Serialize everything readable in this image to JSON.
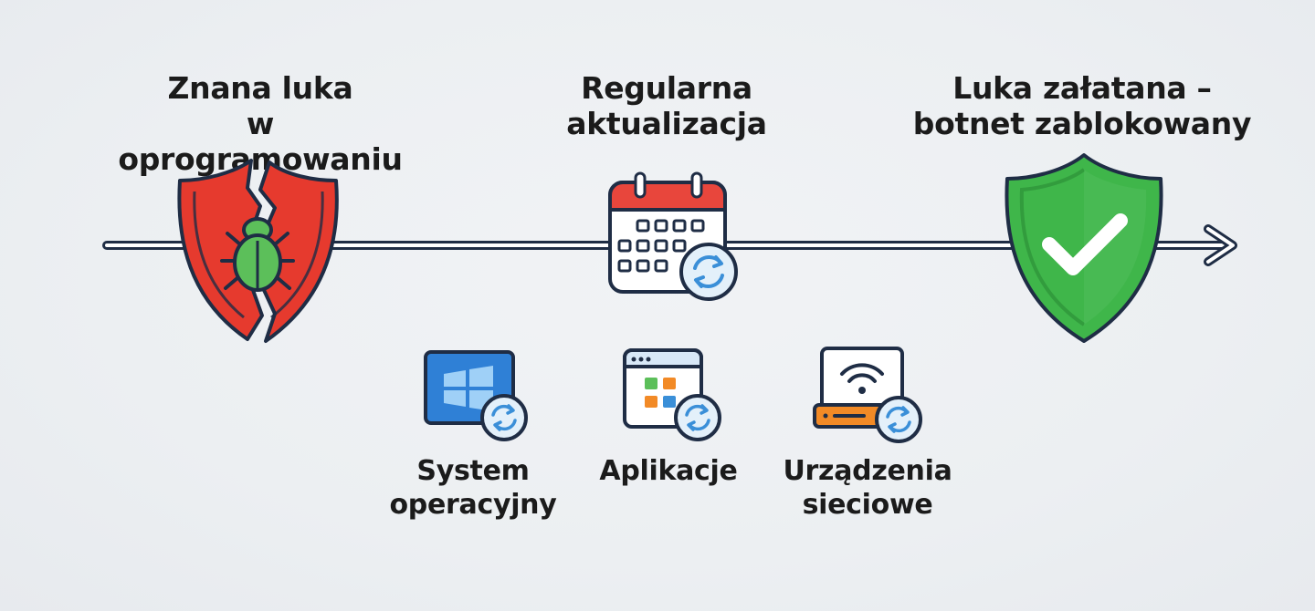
{
  "stages": {
    "vulnerability": {
      "title": "Znana luka\nw oprogramowaniu",
      "icon": "broken-shield-bug-icon"
    },
    "update": {
      "title": "Regularna\naktualizacja",
      "icon": "calendar-refresh-icon"
    },
    "patched": {
      "title": "Luka załatana –\nbotnet zablokowany",
      "icon": "shield-check-icon"
    }
  },
  "targets": [
    {
      "label": "System\noperacyjny",
      "icon": "windows-refresh-icon"
    },
    {
      "label": "Aplikacje",
      "icon": "app-window-refresh-icon"
    },
    {
      "label": "Urządzenia\nsieciowe",
      "icon": "router-refresh-icon"
    }
  ],
  "colors": {
    "timeline": "#1f2d45",
    "danger": "#e63a2e",
    "bug": "#5cbf5a",
    "safe": "#3fb64a",
    "calendar_header": "#e8463c",
    "refresh": "#3a8fd8",
    "windows": "#2f80d6",
    "router_accent": "#f28a26"
  }
}
